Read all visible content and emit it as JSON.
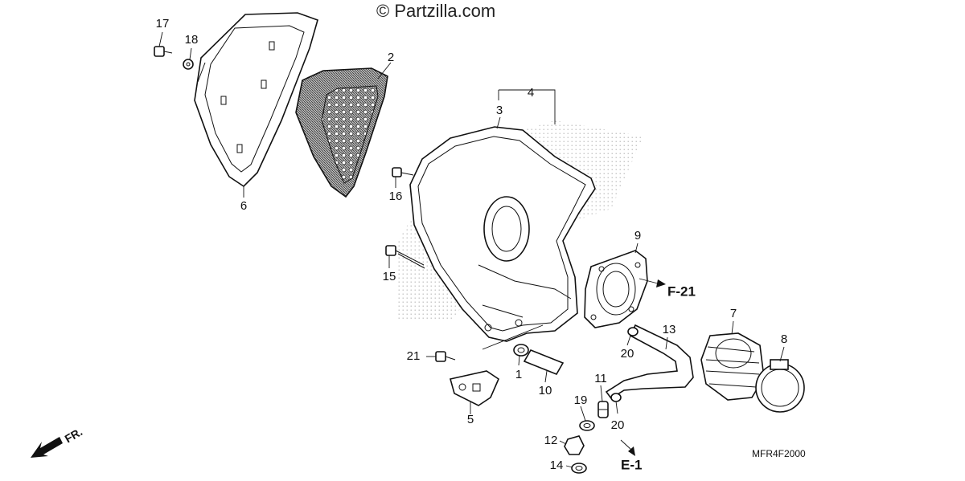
{
  "watermark": "© Partzilla.com",
  "diagram_code": "MFR4F2000",
  "direction_label": "FR.",
  "references": [
    {
      "id": "ref-f21",
      "label": "F-21"
    },
    {
      "id": "ref-e1",
      "label": "E-1"
    }
  ],
  "callouts": [
    {
      "key": "p17",
      "label": "17"
    },
    {
      "key": "p18",
      "label": "18"
    },
    {
      "key": "p2",
      "label": "2"
    },
    {
      "key": "p4",
      "label": "4"
    },
    {
      "key": "p3",
      "label": "3"
    },
    {
      "key": "p6",
      "label": "6"
    },
    {
      "key": "p16",
      "label": "16"
    },
    {
      "key": "p15",
      "label": "15"
    },
    {
      "key": "p9",
      "label": "9"
    },
    {
      "key": "p7",
      "label": "7"
    },
    {
      "key": "p8",
      "label": "8"
    },
    {
      "key": "p13",
      "label": "13"
    },
    {
      "key": "p20a",
      "label": "20"
    },
    {
      "key": "p21",
      "label": "21"
    },
    {
      "key": "p1",
      "label": "1"
    },
    {
      "key": "p10",
      "label": "10"
    },
    {
      "key": "p5",
      "label": "5"
    },
    {
      "key": "p11",
      "label": "11"
    },
    {
      "key": "p19",
      "label": "19"
    },
    {
      "key": "p20b",
      "label": "20"
    },
    {
      "key": "p12",
      "label": "12"
    },
    {
      "key": "p14",
      "label": "14"
    }
  ]
}
